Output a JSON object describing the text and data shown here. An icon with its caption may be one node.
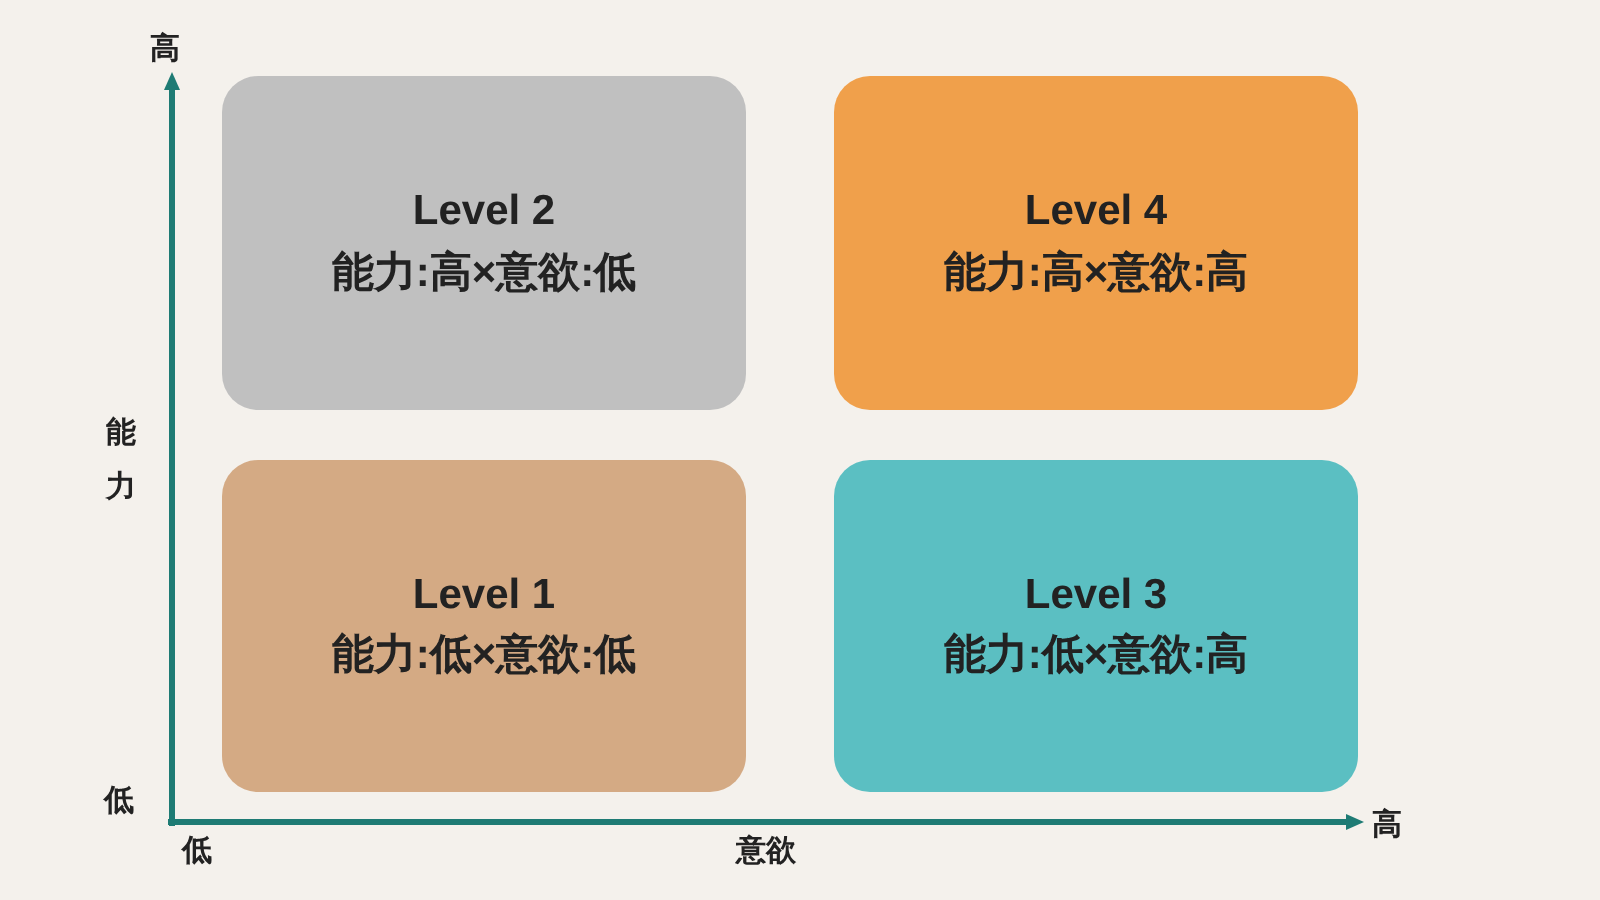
{
  "diagram": {
    "nodes": [
      {
        "text": [
          "Level 2",
          "能力:高×意欲:低"
        ]
      },
      {
        "text": [
          "Level 4",
          "能力:高×意欲:高"
        ]
      },
      {
        "text": [
          "Level 1",
          "能力:低×意欲:低"
        ]
      },
      {
        "text": [
          "Level 3",
          "能力:低×意欲:高"
        ]
      }
    ],
    "labels": [
      "高",
      "能力",
      "低",
      "低",
      "意欲",
      "高"
    ]
  }
}
